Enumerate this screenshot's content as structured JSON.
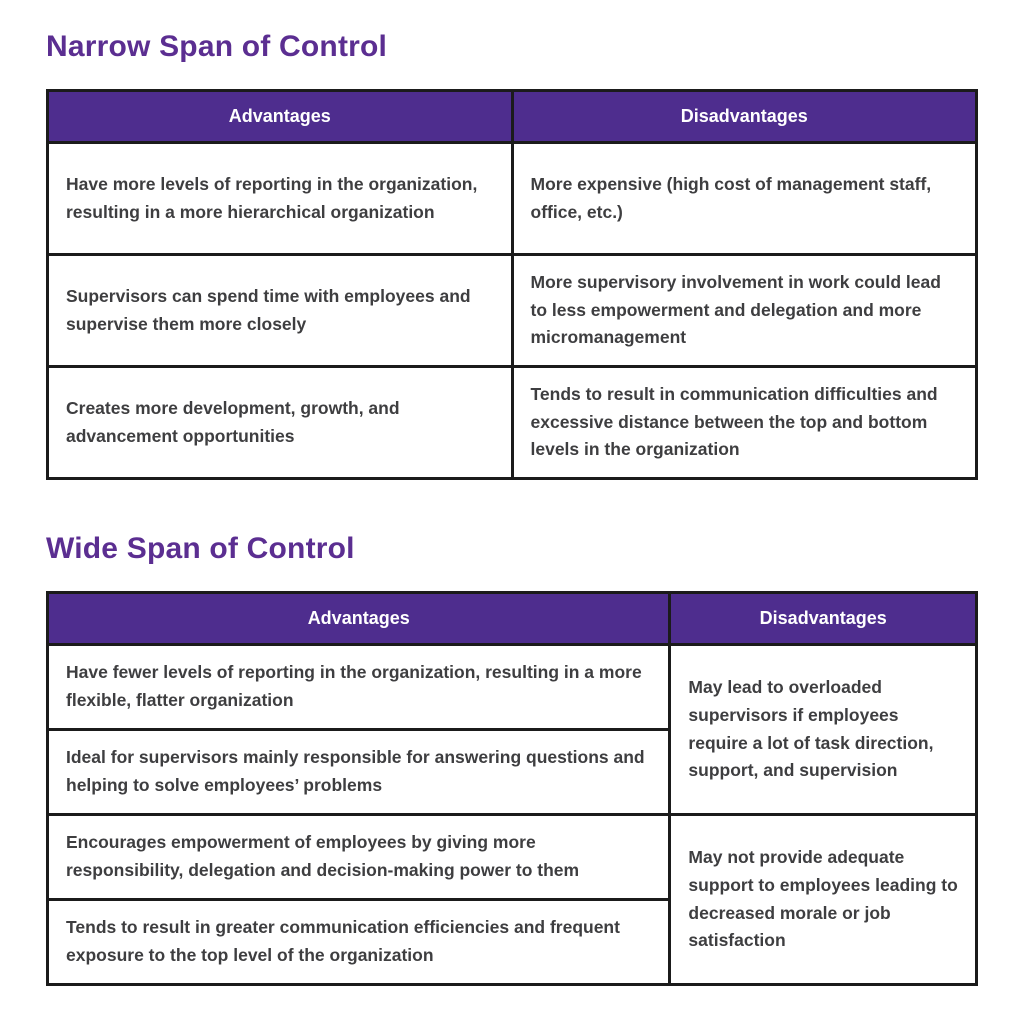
{
  "colors": {
    "title": "#5b2e91",
    "header_bg": "#4e2d8e",
    "header_text": "#ffffff",
    "body_text": "#3e3e40",
    "border": "#1b1b1b",
    "page_bg": "#ffffff"
  },
  "narrow": {
    "title": "Narrow Span of Control",
    "headers": {
      "advantages": "Advantages",
      "disadvantages": "Disadvantages"
    },
    "rows": [
      {
        "advantage": "Have more levels of reporting in the organization, resulting in a more hierarchical organization",
        "disadvantage": "More expensive (high cost of management staff, office, etc.)"
      },
      {
        "advantage": "Supervisors can spend time with employees and supervise them more closely",
        "disadvantage": "More supervisory involvement in work could lead to less empowerment and delegation and more micromanagement"
      },
      {
        "advantage": "Creates more development, growth, and advancement opportunities",
        "disadvantage": "Tends to result in communication difficulties and excessive distance between the top and bottom levels in the organization"
      }
    ]
  },
  "wide": {
    "title": "Wide Span of Control",
    "headers": {
      "advantages": "Advantages",
      "disadvantages": "Disadvantages"
    },
    "advantages": [
      "Have fewer levels of reporting in the organization, resulting in a more flexible, flatter organization",
      "Ideal for supervisors mainly responsible for answering questions and helping to solve employees’ problems",
      "Encourages empowerment of employees by giving more responsibility, delegation and decision-making power to them",
      "Tends to result in greater communication efficiencies and frequent exposure to the top level of the organization"
    ],
    "disadvantages": [
      "May lead to overloaded supervisors if employees require a lot of task direction, support, and supervision",
      "May not provide adequate support to employees leading to decreased morale or job satisfaction"
    ]
  }
}
